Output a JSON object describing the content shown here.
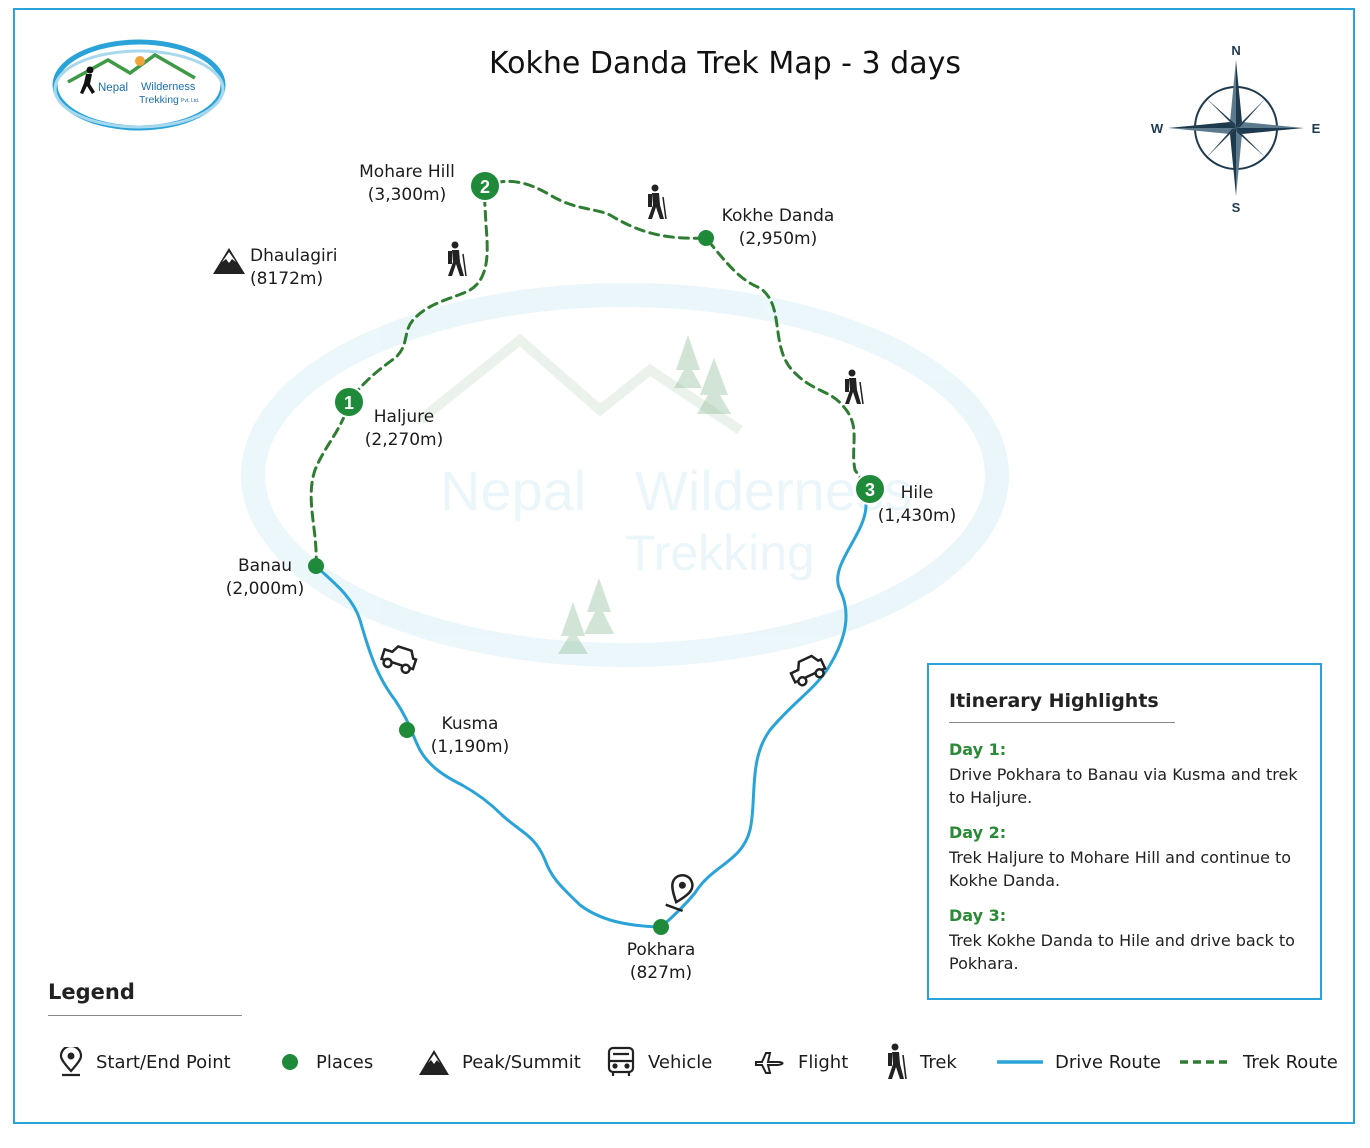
{
  "title": "Kokhe Danda Trek Map - 3 days",
  "logo": {
    "line1": "Nepal",
    "line2": "Wilderness",
    "line3": "Trekking",
    "suffix": "Pvt. Ltd."
  },
  "compass": {
    "n": "N",
    "s": "S",
    "e": "E",
    "w": "W"
  },
  "places": [
    {
      "id": "mohare-hill",
      "name": "Mohare Hill",
      "elevation": "(3,300m)",
      "marker": "2"
    },
    {
      "id": "kokhe-danda",
      "name": "Kokhe Danda",
      "elevation": "(2,950m)"
    },
    {
      "id": "dhaulagiri",
      "name": "Dhaulagiri",
      "elevation": "(8172m)"
    },
    {
      "id": "haljure",
      "name": "Haljure",
      "elevation": "(2,270m)",
      "marker": "1"
    },
    {
      "id": "hile",
      "name": "Hile",
      "elevation": "(1,430m)",
      "marker": "3"
    },
    {
      "id": "banau",
      "name": "Banau",
      "elevation": "(2,000m)"
    },
    {
      "id": "kusma",
      "name": "Kusma",
      "elevation": "(1,190m)"
    },
    {
      "id": "pokhara",
      "name": "Pokhara",
      "elevation": "(827m)"
    }
  ],
  "itinerary": {
    "heading": "Itinerary Highlights",
    "days": [
      {
        "title": "Day 1:",
        "text": "Drive Pokhara to Banau via Kusma and trek to Haljure."
      },
      {
        "title": "Day 2:",
        "text": "Trek Haljure to Mohare Hill and continue to Kokhe Danda."
      },
      {
        "title": "Day 3:",
        "text": "Trek Kokhe Danda to Hile and drive back to Pokhara."
      }
    ]
  },
  "legend": {
    "heading": "Legend",
    "items": [
      {
        "label": "Start/End Point",
        "icon": "pin-icon"
      },
      {
        "label": "Places",
        "icon": "place-dot-icon"
      },
      {
        "label": "Peak/Summit",
        "icon": "peak-icon"
      },
      {
        "label": "Vehicle",
        "icon": "bus-icon"
      },
      {
        "label": "Flight",
        "icon": "airplane-icon"
      },
      {
        "label": "Trek",
        "icon": "hiker-icon"
      },
      {
        "label": "Drive Route",
        "icon": "drive-line-icon"
      },
      {
        "label": "Trek Route",
        "icon": "trek-line-icon"
      }
    ]
  },
  "colors": {
    "drive_route": "#2aa3d8",
    "trek_route": "#2e7d32",
    "place_dot": "#1f8a3a",
    "frame": "#2aa3d8",
    "day_title": "#2a8a36"
  }
}
